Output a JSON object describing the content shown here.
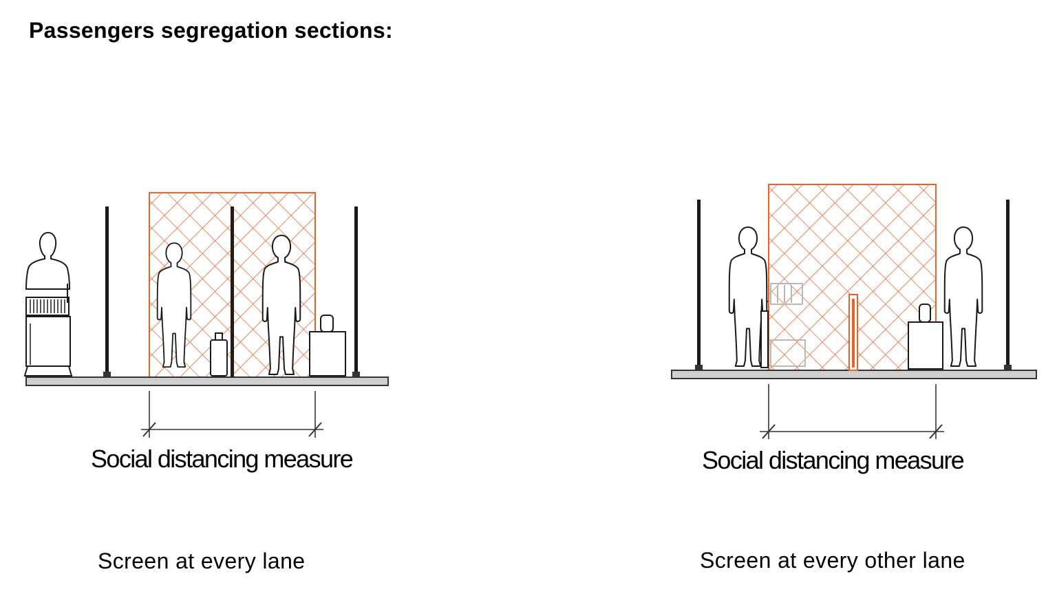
{
  "title": "Passengers segregation sections:",
  "colors": {
    "screen": "#e8632b",
    "ink": "#1a1a1a",
    "floor": "#555555"
  },
  "panels": [
    {
      "measure_label": "Social distancing measure",
      "caption": "Screen at every lane"
    },
    {
      "measure_label": "Social distancing measure",
      "caption": "Screen at every other lane"
    }
  ]
}
